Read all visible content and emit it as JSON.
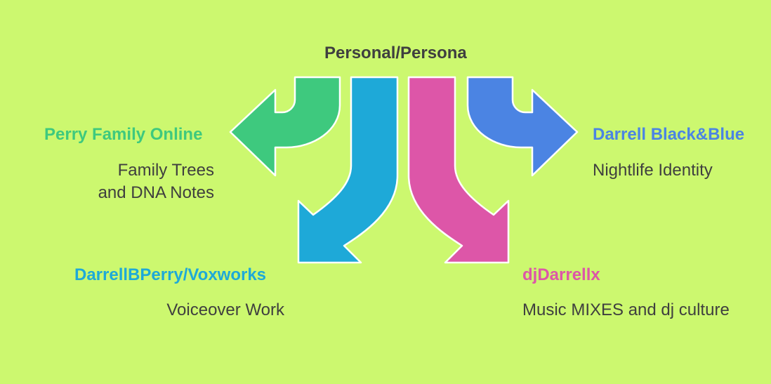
{
  "root": {
    "title": "Personal/Persona"
  },
  "branches": [
    {
      "id": "perry-family-online",
      "title": "Perry Family Online",
      "desc_lines": [
        "Family Trees",
        "and DNA Notes"
      ],
      "color": "#3ec97e"
    },
    {
      "id": "darrellbperry-voxworks",
      "title": "DarrellBPerry/Voxworks",
      "desc_lines": [
        "Voiceover Work"
      ],
      "color": "#1ea9d8"
    },
    {
      "id": "djdarrellx",
      "title": "djDarrellx",
      "desc_lines": [
        "Music MIXES and dj culture"
      ],
      "color": "#dd56a8"
    },
    {
      "id": "darrell-black-and-blue",
      "title": "Darrell Black&Blue",
      "desc_lines": [
        "Nightlife Identity"
      ],
      "color": "#4b84e3"
    }
  ],
  "colors": {
    "background": "#ccf86f",
    "title_text": "#3f3f3f",
    "body_text": "#3f3f3f",
    "arrow_stroke": "#ffffff"
  }
}
